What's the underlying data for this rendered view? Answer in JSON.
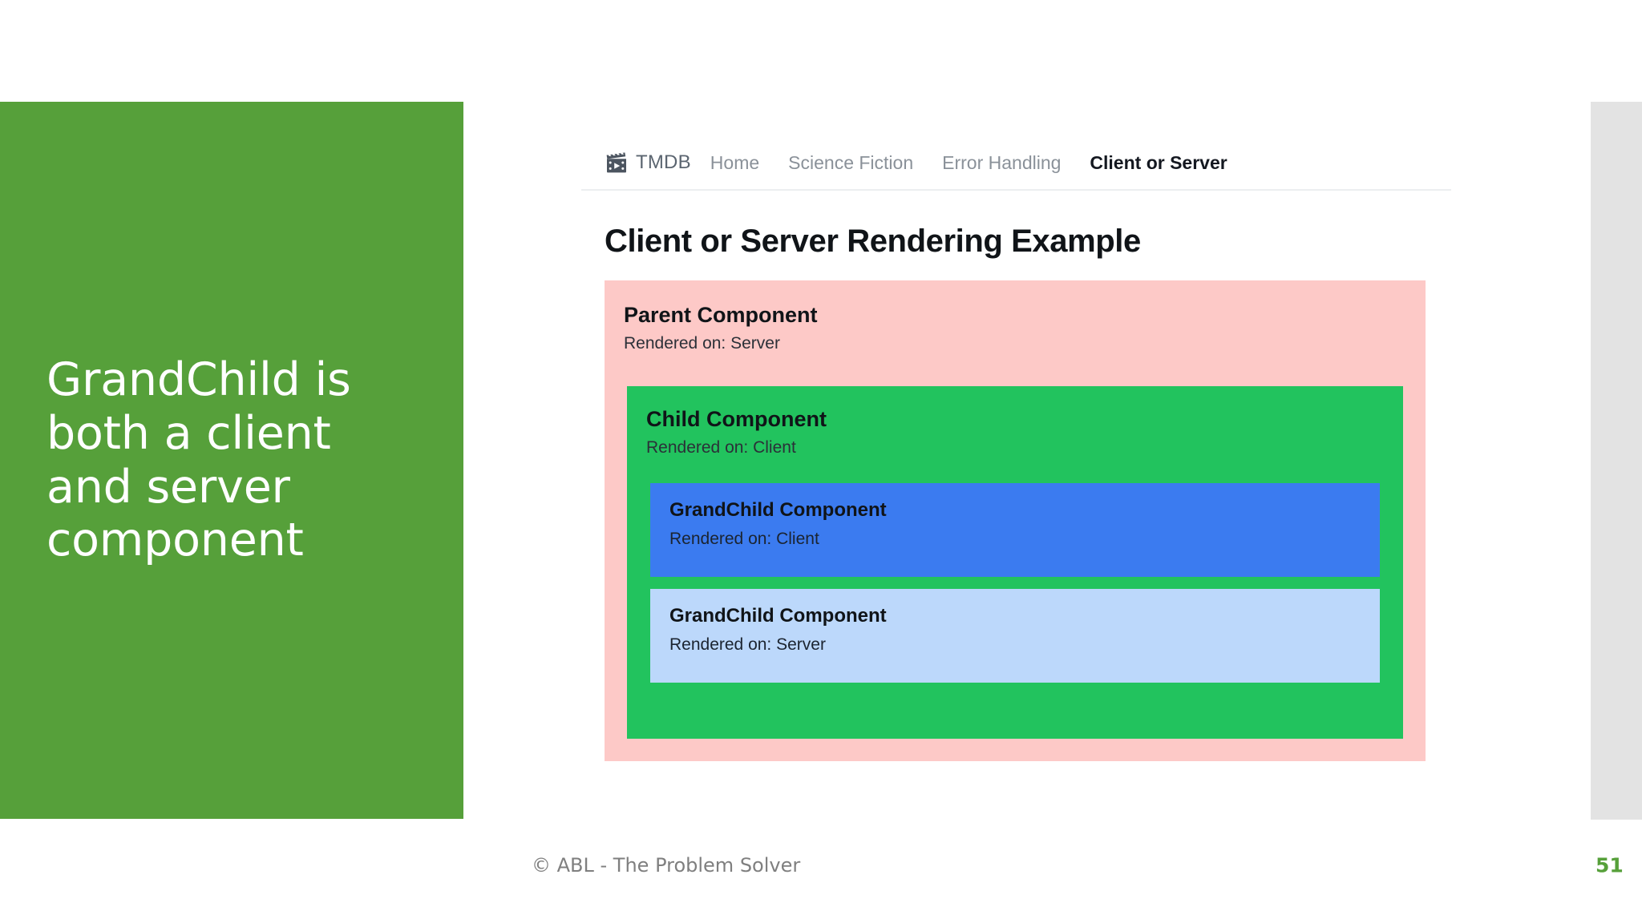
{
  "slide": {
    "callout_text": "GrandChild is both a client and server component",
    "callout_bg": "#56a03a",
    "footer": "© ABL - The Problem Solver",
    "page_number": "51",
    "page_number_color": "#56a03a"
  },
  "browser": {
    "nav": {
      "brand_icon": "clapperboard-icon",
      "brand": "TMDB",
      "links": [
        {
          "label": "Home",
          "active": false
        },
        {
          "label": "Science Fiction",
          "active": false
        },
        {
          "label": "Error Handling",
          "active": false
        },
        {
          "label": "Client or Server",
          "active": true
        }
      ]
    },
    "heading": "Client or Server Rendering Example",
    "components": {
      "parent": {
        "title": "Parent Component",
        "rendered_on": "Rendered on: Server",
        "color": "#fdc9c7"
      },
      "child": {
        "title": "Child Component",
        "rendered_on": "Rendered on: Client",
        "color": "#22c35e"
      },
      "grandchild_client": {
        "title": "GrandChild Component",
        "rendered_on": "Rendered on: Client",
        "color": "#3b7bf0"
      },
      "grandchild_server": {
        "title": "GrandChild Component",
        "rendered_on": "Rendered on: Server",
        "color": "#bcd8fb"
      }
    }
  }
}
